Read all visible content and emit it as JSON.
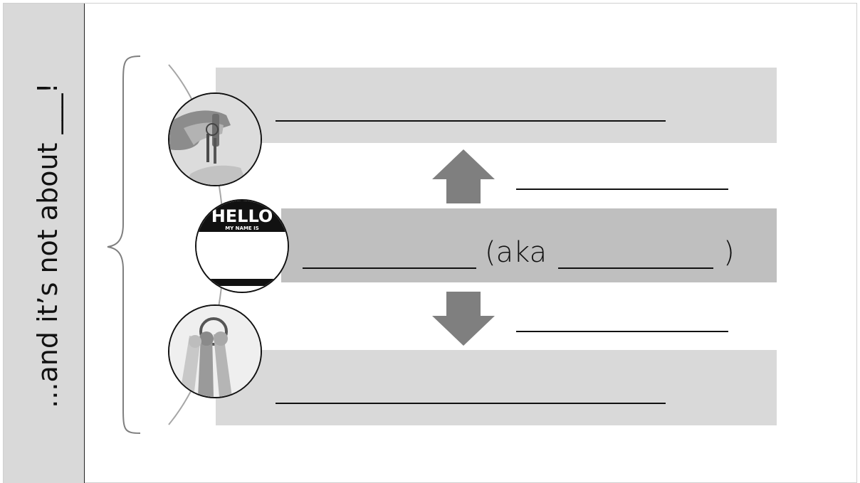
{
  "side_banner": {
    "text": "...and it’s not about ___!"
  },
  "name_tag": {
    "hello": "HELLO",
    "subtitle": "MY NAME IS"
  },
  "middle": {
    "aka_label": "(aka",
    "close_paren": ")"
  },
  "colors": {
    "band_light": "#d9d9d9",
    "band_mid": "#bfbfbf",
    "arrow": "#7f7f7f",
    "text": "#111111"
  },
  "icons": {
    "top": "hand-handing-keys-icon",
    "middle": "name-tag-icon",
    "bottom": "keyring-icon",
    "up_arrow": "up-arrow-icon",
    "down_arrow": "down-arrow-icon"
  }
}
